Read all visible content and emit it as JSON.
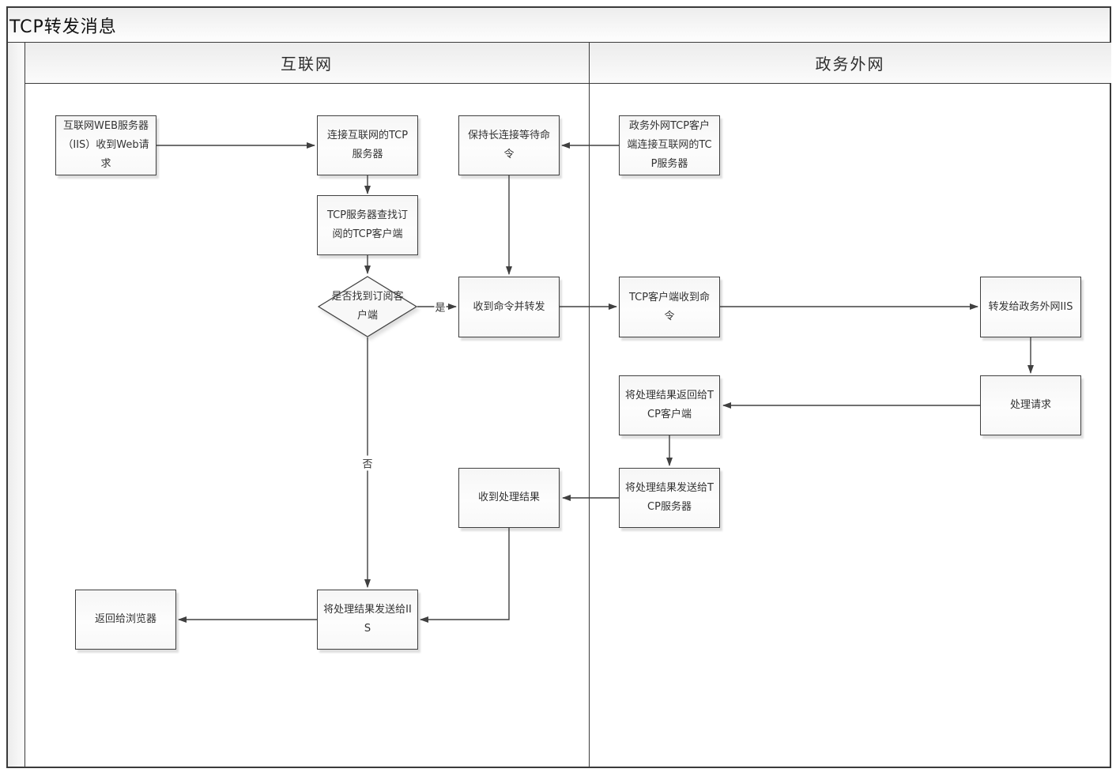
{
  "title": "TCP转发消息",
  "lanes": [
    {
      "label": "互联网"
    },
    {
      "label": "政务外网"
    }
  ],
  "nodes": [
    {
      "id": "iis-receive-web-request",
      "type": "process",
      "lane": "互联网",
      "label": "互联网WEB服务器（IIS）收到Web请求"
    },
    {
      "id": "connect-internet-tcp-server",
      "type": "process",
      "lane": "互联网",
      "label": "连接互联网的TCP服务器"
    },
    {
      "id": "keep-long-connection-wait",
      "type": "process",
      "lane": "互联网",
      "label": "保持长连接等待命令"
    },
    {
      "id": "gov-tcp-client-connect",
      "type": "process",
      "lane": "政务外网",
      "label": "政务外网TCP客户端连接互联网的TCP服务器"
    },
    {
      "id": "tcp-server-find-subscriber",
      "type": "process",
      "lane": "互联网",
      "label": "TCP服务器查找订阅的TCP客户端"
    },
    {
      "id": "decision-found-subscriber",
      "type": "decision",
      "lane": "互联网",
      "label": "是否找到订阅客户端"
    },
    {
      "id": "receive-command-and-forward",
      "type": "process",
      "lane": "互联网",
      "label": "收到命令并转发"
    },
    {
      "id": "tcp-client-receive-command",
      "type": "process",
      "lane": "政务外网",
      "label": "TCP客户端收到命令"
    },
    {
      "id": "forward-to-gov-iis",
      "type": "process",
      "lane": "政务外网",
      "label": "转发给政务外网IIS"
    },
    {
      "id": "process-request",
      "type": "process",
      "lane": "政务外网",
      "label": "处理请求"
    },
    {
      "id": "return-result-to-tcp-client",
      "type": "process",
      "lane": "政务外网",
      "label": "将处理结果返回给TCP客户端"
    },
    {
      "id": "send-result-to-tcp-server",
      "type": "process",
      "lane": "政务外网",
      "label": "将处理结果发送给TCP服务器"
    },
    {
      "id": "receive-process-result",
      "type": "process",
      "lane": "互联网",
      "label": "收到处理结果"
    },
    {
      "id": "send-result-to-iis",
      "type": "process",
      "lane": "互联网",
      "label": "将处理结果发送给IIS"
    },
    {
      "id": "return-to-browser",
      "type": "process",
      "lane": "互联网",
      "label": "返回给浏览器"
    }
  ],
  "edge_labels": {
    "yes": "是",
    "no": "否"
  },
  "colors": {
    "line": "#404040",
    "node_fill": "#f9f9f9",
    "band_fill": "#ececec",
    "text": "#333333"
  }
}
